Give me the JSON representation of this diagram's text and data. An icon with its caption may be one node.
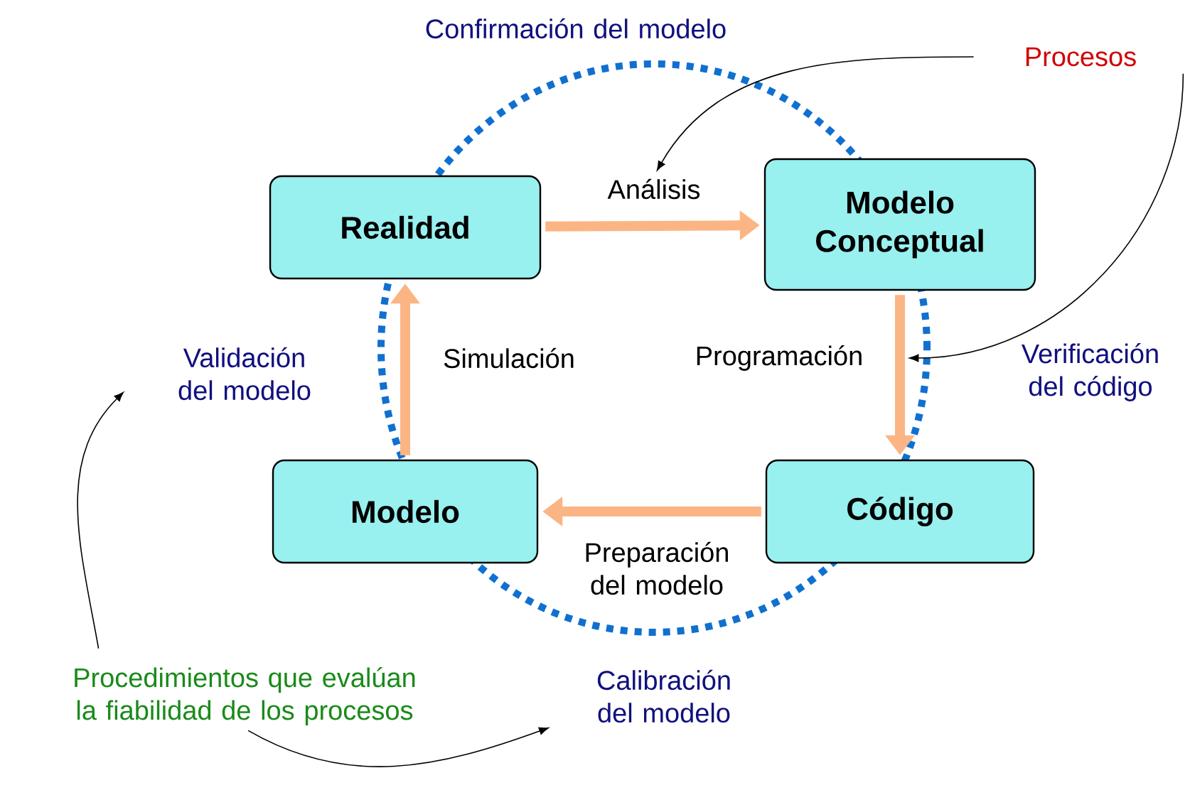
{
  "diagram": {
    "nodes": [
      {
        "text": [
          "Realidad"
        ]
      },
      {
        "text": [
          "Modelo Conceptual"
        ]
      },
      {
        "text": [
          "Modelo"
        ]
      },
      {
        "text": [
          "Código"
        ]
      },
      {
        "text": [
          "Procesos"
        ]
      },
      {
        "text": [
          "Análisis"
        ]
      },
      {
        "text": [
          "Programación"
        ]
      },
      {
        "text": [
          "Procedimientos que evalúan la fiabilidad de los procesos"
        ]
      },
      {
        "text": [
          "Validación del modelo"
        ]
      },
      {
        "text": [
          "Calibración del modelo"
        ]
      }
    ],
    "edges": [
      {
        "from": 0,
        "to": 1,
        "arrow": "to",
        "style": "thick",
        "color": "#fbb584"
      },
      {
        "from": 1,
        "to": 3,
        "arrow": "to",
        "style": "thick",
        "color": "#fbb584"
      },
      {
        "from": 3,
        "to": 2,
        "arrow": "to",
        "style": "thick",
        "color": "#fbb584",
        "label": "Preparación del modelo"
      },
      {
        "from": 2,
        "to": 0,
        "arrow": "to",
        "style": "thick",
        "color": "#fbb584",
        "label": "Simulación"
      },
      {
        "from": 4,
        "to": 5,
        "arrow": "to",
        "color": "#000000"
      },
      {
        "from": 4,
        "to": 6,
        "arrow": "to",
        "color": "#000000"
      },
      {
        "from": 7,
        "to": 8,
        "arrow": "to",
        "color": "#000000"
      },
      {
        "from": 7,
        "to": 9,
        "arrow": "to",
        "color": "#000000"
      }
    ],
    "labels": [
      "Confirmación del modelo",
      "Verificación del código"
    ]
  }
}
